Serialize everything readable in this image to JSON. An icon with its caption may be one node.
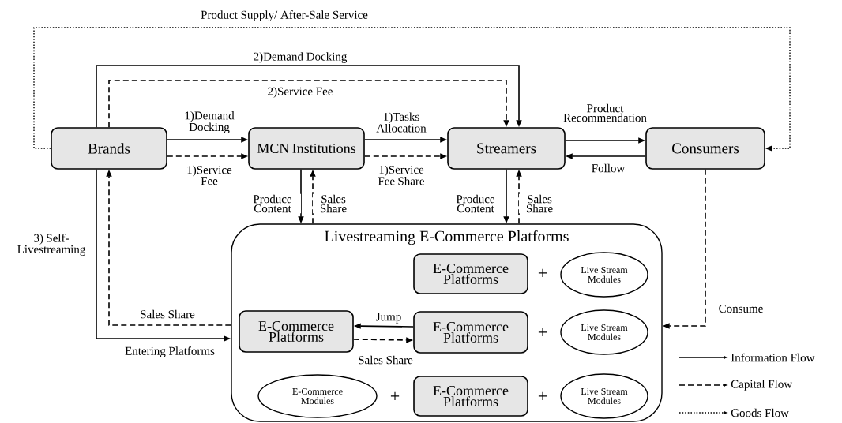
{
  "diagram": {
    "nodes": [
      {
        "text": [
          "Brands"
        ]
      },
      {
        "text": [
          "MCN Institutions"
        ]
      },
      {
        "text": [
          "Streamers"
        ]
      },
      {
        "text": [
          "Consumers"
        ]
      },
      {
        "text": [
          "Livestreaming E-Commerce Platforms"
        ]
      },
      {
        "text": [
          "E-Commerce Platforms"
        ],
        "in": 4
      },
      {
        "text": [
          "Live Stream Modules"
        ],
        "in": 4
      },
      {
        "text": [
          "E-Commerce Platforms"
        ],
        "in": 4
      },
      {
        "text": [
          "E-Commerce Platforms"
        ],
        "in": 4
      },
      {
        "text": [
          "Live Stream Modules"
        ],
        "in": 4
      },
      {
        "text": [
          "E-Commerce Modules"
        ],
        "in": 4
      },
      {
        "text": [
          "E-Commerce Platforms"
        ],
        "in": 4
      },
      {
        "text": [
          "Live Stream Modules"
        ],
        "in": 4
      }
    ],
    "edges": [
      {
        "from": 0,
        "to": 3,
        "arrow": "to",
        "style": "dashed",
        "label": "Product Supply/ After-Sale Service"
      },
      {
        "from": 0,
        "to": 2,
        "arrow": "to",
        "label": "2)Demand Docking"
      },
      {
        "from": 0,
        "to": 2,
        "arrow": "to",
        "style": "dashed",
        "label": "2)Service Fee"
      },
      {
        "from": 0,
        "to": 1,
        "arrow": "to",
        "label": "1)Demand Docking"
      },
      {
        "from": 0,
        "to": 1,
        "arrow": "to",
        "style": "dashed",
        "label": "1)Service Fee"
      },
      {
        "from": 1,
        "to": 2,
        "arrow": "to",
        "label": "1)Tasks Allocation"
      },
      {
        "from": 1,
        "to": 2,
        "arrow": "to",
        "style": "dashed",
        "label": "1)Service Fee Share"
      },
      {
        "from": 2,
        "to": 3,
        "arrow": "to",
        "label": "Product Recommendation"
      },
      {
        "from": 3,
        "to": 2,
        "arrow": "to",
        "label": "Follow"
      },
      {
        "from": 1,
        "to": 4,
        "arrow": "to",
        "label": "Produce Content"
      },
      {
        "from": 4,
        "to": 1,
        "arrow": "to",
        "style": "dashed",
        "label": "Sales Share"
      },
      {
        "from": 2,
        "to": 4,
        "arrow": "to",
        "label": "Produce Content"
      },
      {
        "from": 4,
        "to": 2,
        "arrow": "to",
        "style": "dashed",
        "label": "Sales Share"
      },
      {
        "from": 3,
        "to": 4,
        "arrow": "to",
        "style": "dashed",
        "label": "Consume"
      },
      {
        "from": 0,
        "to": 4,
        "arrow": "to",
        "label": "Entering Platforms"
      },
      {
        "from": 4,
        "to": 0,
        "arrow": "to",
        "style": "dashed",
        "label": "Sales Share"
      },
      {
        "from": 8,
        "to": 7,
        "arrow": "to",
        "label": "Jump"
      },
      {
        "from": 7,
        "to": 8,
        "arrow": "to",
        "style": "dashed",
        "label": "Sales Share"
      }
    ],
    "labels": [
      "3) Self-Livestreaming",
      "+",
      "+",
      "+",
      "+"
    ],
    "legend": [
      {
        "text": "Information Flow"
      },
      {
        "text": "Capital Flow"
      },
      {
        "text": "Goods Flow"
      }
    ]
  }
}
